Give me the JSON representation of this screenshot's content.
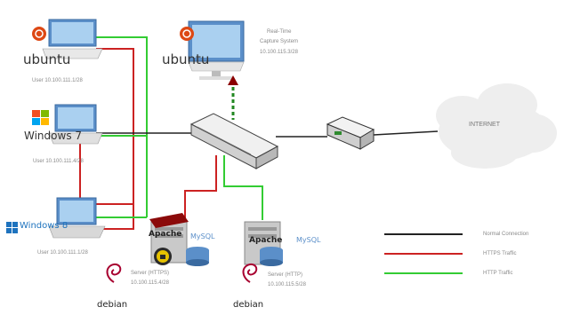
{
  "nodes": {
    "pc1": {
      "os": "ubuntu",
      "label": "User 10.100.111.1/28"
    },
    "capture": {
      "os": "ubuntu",
      "title_line1": "Real-Time",
      "title_line2": "Capture System",
      "ip": "10.100.115.3/28"
    },
    "pc2": {
      "os": "Windows 7",
      "label": "User 10.100.111.4/28"
    },
    "pc3": {
      "os": "Windows 8",
      "label": "User 10.100.111.1/28"
    },
    "internet": {
      "label": "INTERNET"
    },
    "server1": {
      "app": "Apache",
      "db": "MySQL",
      "line1": "Server (HTTPS)",
      "line2": "10.100.115.4/28",
      "os": "debian"
    },
    "server2": {
      "app": "Apache",
      "db": "MySQL",
      "line1": "Server (HTTP)",
      "line2": "10.100.115.5/28",
      "os": "debian"
    }
  },
  "legend": [
    {
      "label": "Normal Connection",
      "color": "#222222"
    },
    {
      "label": "HTTPS Traffic",
      "color": "#cc2222"
    },
    {
      "label": "HTTP Traffic",
      "color": "#33cc33"
    }
  ],
  "colors": {
    "normal": "#222222",
    "https": "#cc2222",
    "http": "#33cc33",
    "ubuntu": "#dd4814",
    "windows": "#1e73be",
    "debian": "#a80030"
  }
}
